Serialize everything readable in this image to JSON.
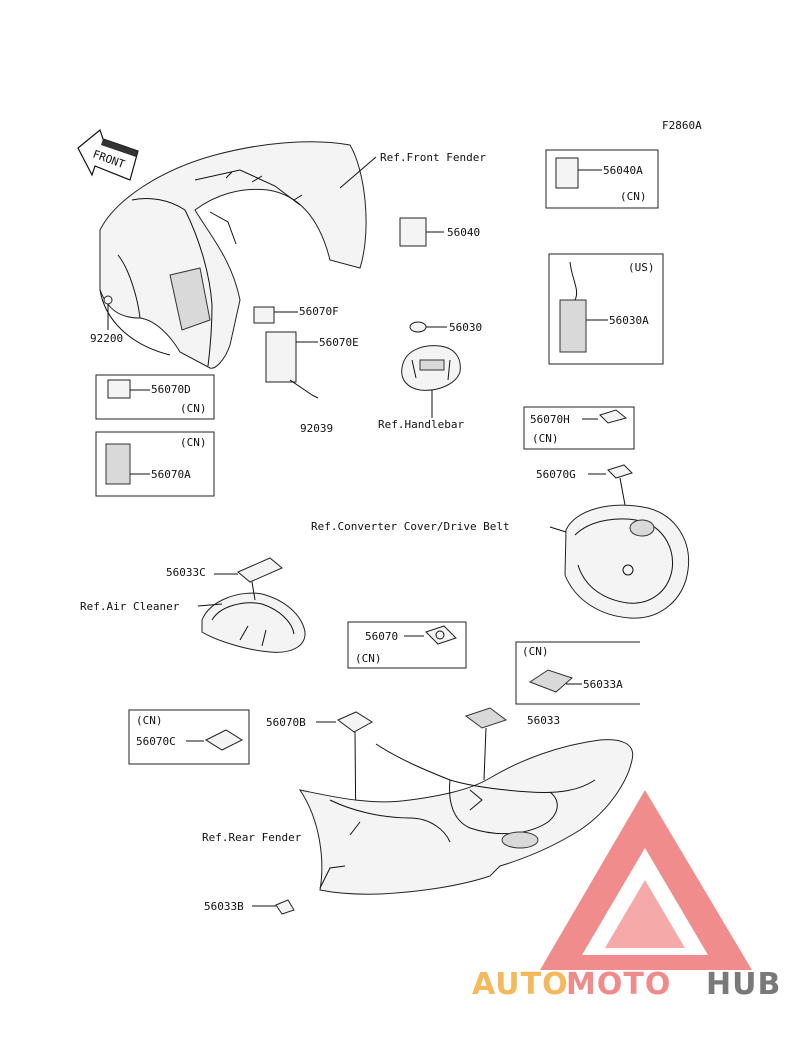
{
  "figure_code": "F2860A",
  "front_arrow": "FRONT",
  "refs": {
    "front_fender": "Ref.Front Fender",
    "handlebar": "Ref.Handlebar",
    "converter": "Ref.Converter Cover/Drive Belt",
    "air_cleaner": "Ref.Air Cleaner",
    "rear_fender": "Ref.Rear Fender"
  },
  "parts": {
    "p56040": "56040",
    "p56040A": "56040A",
    "p56030": "56030",
    "p56030A": "56030A",
    "p56070F": "56070F",
    "p56070E": "56070E",
    "p56070D": "56070D",
    "p56070A": "56070A",
    "p92200": "92200",
    "p92039": "92039",
    "p56070H": "56070H",
    "p56070G": "56070G",
    "p56033C": "56033C",
    "p56070": "56070",
    "p56033A": "56033A",
    "p56033": "56033",
    "p56070B": "56070B",
    "p56070C": "56070C",
    "p56033B": "56033B"
  },
  "region": {
    "cn": "(CN)",
    "us": "(US)"
  },
  "watermark": {
    "auto": "AUTO",
    "moto": "MOTO",
    "hub": "HUB",
    "colors": {
      "triangle": "#f08080",
      "auto": "#f5b14a",
      "moto": "#ef7f7f",
      "hub": "#6b6b6b"
    }
  }
}
